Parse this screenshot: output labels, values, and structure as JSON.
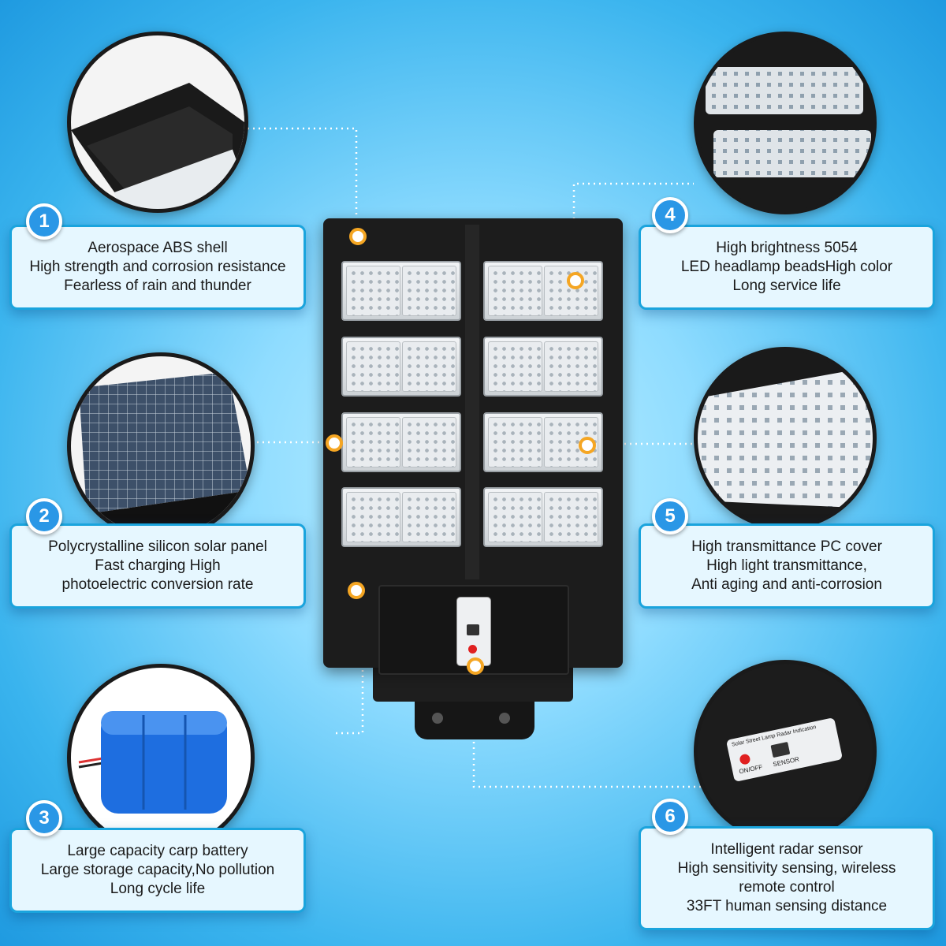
{
  "features": [
    {
      "number": "1",
      "lines": [
        "Aerospace ABS shell",
        "High strength and corrosion resistance",
        "Fearless of rain and thunder"
      ]
    },
    {
      "number": "2",
      "lines": [
        "Polycrystalline silicon solar panel",
        "Fast charging High",
        "photoelectric conversion rate"
      ]
    },
    {
      "number": "3",
      "lines": [
        "Large capacity carp battery",
        "Large storage capacity,No pollution",
        "Long cycle life"
      ]
    },
    {
      "number": "4",
      "lines": [
        "High brightness 5054",
        "LED headlamp beadsHigh color",
        "Long service life"
      ]
    },
    {
      "number": "5",
      "lines": [
        "High transmittance PC cover",
        "High light transmittance,",
        "Anti aging and anti-corrosion"
      ]
    },
    {
      "number": "6",
      "lines": [
        "Intelligent radar sensor",
        "High sensitivity sensing, wireless",
        "remote control",
        "33FT human sensing distance"
      ]
    }
  ],
  "sensor_panel": {
    "title": "Solar Street Lamp Radar Indication",
    "onoff_label": "ON/OFF",
    "sensor_label": "SENSOR"
  },
  "colors": {
    "badge": "#2a97e6",
    "card_border": "#1aa4dd",
    "hotspot": "#f5a623",
    "lamp_body": "#1c1c1c"
  }
}
